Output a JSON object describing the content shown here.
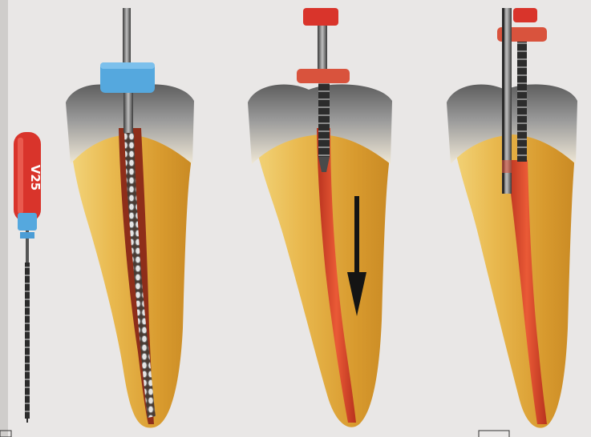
{
  "figure": {
    "panels": [
      {
        "name": "file-inserted"
      },
      {
        "name": "gutta-percha-compaction"
      },
      {
        "name": "final-obturation"
      }
    ],
    "instrument_label": "V25",
    "colors": {
      "background": "#e9e7e6",
      "dentin": "#e9b94f",
      "enamel": "#8d8d8d",
      "gutta_percha": "#dd4b2f",
      "file_handle": "#d9342b",
      "stopper_blue": "#55a8de",
      "stopper_red": "#d9533d",
      "arrow": "#141414"
    }
  }
}
